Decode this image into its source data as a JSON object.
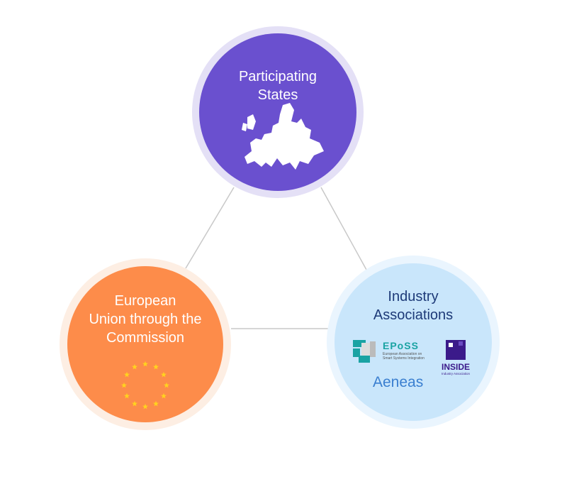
{
  "nodes": {
    "states": {
      "title_line1": "Participating",
      "title_line2": "States",
      "color": "#6a50cf",
      "ring": "#e4e0f6"
    },
    "eu": {
      "title_line1": "European",
      "title_line2": "Union through the",
      "title_line3": "Commission",
      "color": "#fd8c4a",
      "ring": "#fdeee3"
    },
    "industry": {
      "title_line1": "Industry",
      "title_line2": "Associations",
      "color": "#c9e6fb",
      "ring": "#eaf5fe",
      "logos": {
        "eposs": {
          "name": "EPoSS",
          "subtitle_line1": "European Association on",
          "subtitle_line2": "Smart Systems Integration"
        },
        "inside": {
          "name": "INSIDE",
          "subtitle": "Industry Association"
        },
        "aeneas": {
          "name": "Aeneas"
        }
      }
    }
  }
}
